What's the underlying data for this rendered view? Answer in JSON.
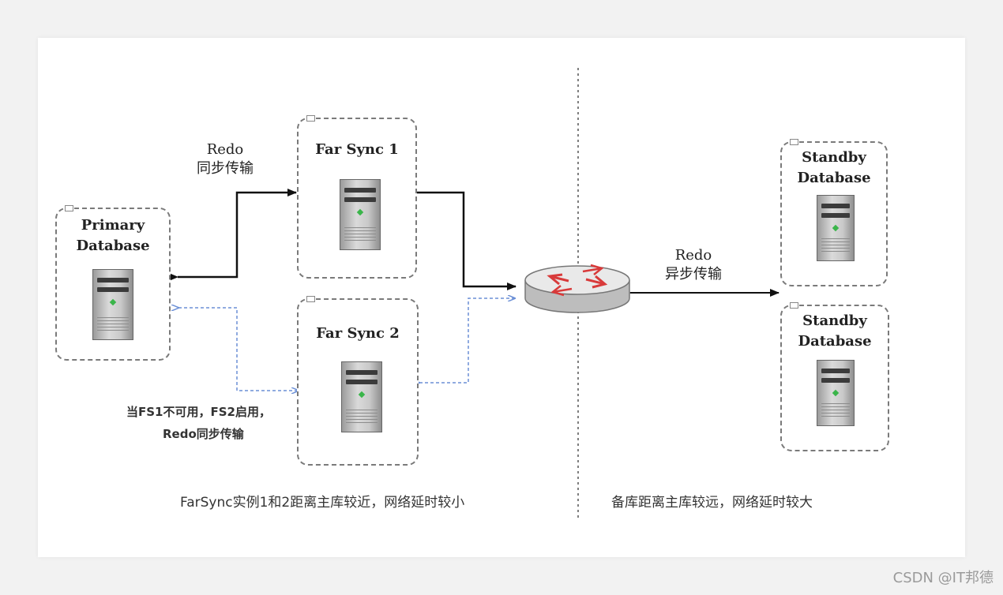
{
  "diagram": {
    "nodes": {
      "primary": {
        "title": "Primary\nDatabase",
        "icon": "server-icon"
      },
      "far_sync_1": {
        "title": "Far Sync 1",
        "icon": "server-icon"
      },
      "far_sync_2": {
        "title": "Far Sync 2",
        "icon": "server-icon"
      },
      "router": {
        "icon": "router-icon"
      },
      "standby_1": {
        "title": "Standby\nDatabase",
        "icon": "server-icon"
      },
      "standby_2": {
        "title": "Standby\nDatabase",
        "icon": "server-icon"
      }
    },
    "edge_labels": {
      "sync_redo": "Redo\n同步传输",
      "async_redo": "Redo\n异步传输",
      "failover_note_line1": "当FS1不可用，FS2启用，",
      "failover_note_line2": "Redo同步传输"
    },
    "captions": {
      "left": "FarSync实例1和2距离主库较近，网络延时较小",
      "right": "备库距离主库较远，网络延时较大"
    },
    "colors": {
      "solid_link": "#111111",
      "dashed_link": "#6b8fd6",
      "box_border": "#7a7a7a",
      "router_arrows": "#d83a3a"
    }
  },
  "watermark": "CSDN @IT邦德"
}
